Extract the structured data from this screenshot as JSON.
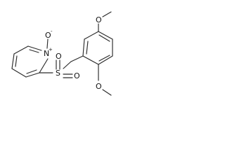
{
  "molecule": {
    "atoms": {
      "n": "N",
      "n_charge": "+",
      "o_noxide": "O",
      "o_noxide_charge": "-",
      "s": "S",
      "o_s_top": "O",
      "o_s_right": "O",
      "o_methoxy_top": "O",
      "o_methoxy_bottom": "O"
    },
    "colors": {
      "bond": "#2b2b2b",
      "label": "#111111",
      "background": "#ffffff"
    }
  }
}
